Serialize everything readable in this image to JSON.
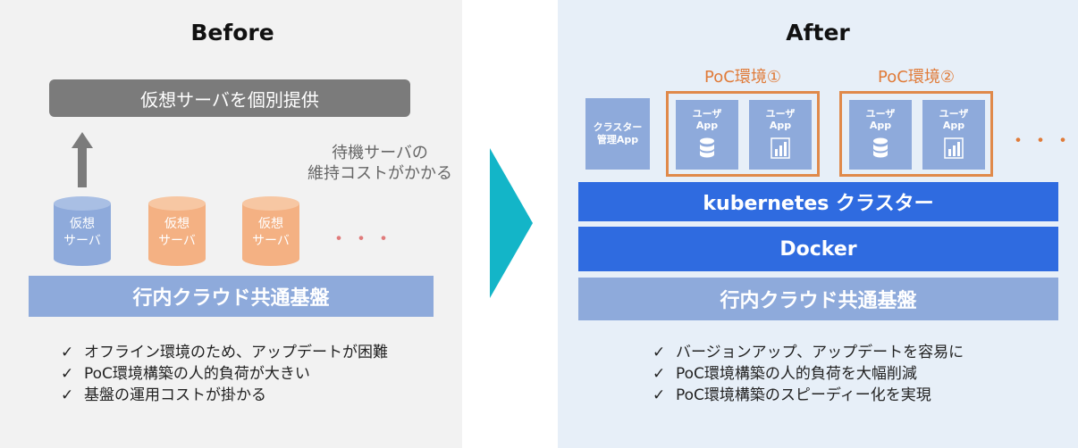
{
  "before": {
    "title": "Before",
    "top_bar": "仮想サーバを個別提供",
    "servers": [
      {
        "line1": "仮想",
        "line2": "サーバ",
        "color": "#8eaadb"
      },
      {
        "line1": "仮想",
        "line2": "サーバ",
        "color": "#f4b183"
      },
      {
        "line1": "仮想",
        "line2": "サーバ",
        "color": "#f4b183"
      }
    ],
    "ellipsis": "・・・",
    "note_line1": "待機サーバの",
    "note_line2": "維持コストがかかる",
    "base": "行内クラウド共通基盤",
    "bullets": [
      "オフライン環境のため、アップデートが困難",
      "PoC環境構築の人的負荷が大きい",
      "基盤の運用コストが掛かる"
    ]
  },
  "after": {
    "title": "After",
    "poc1": "PoC環境①",
    "poc2": "PoC環境②",
    "manager_line1": "クラスター",
    "manager_line2": "管理App",
    "app_line1": "ユーザ",
    "app_line2": "App",
    "ellipsis": "・・・",
    "layer_k8s": "kubernetes クラスター",
    "layer_docker": "Docker",
    "layer_base": "行内クラウド共通基盤",
    "bullets": [
      "バージョンアップ、アップデートを容易に",
      "PoC環境構築の人的負荷を大幅削減",
      "PoC環境構築のスピーディー化を実現"
    ]
  },
  "check_mark": "✓",
  "colors": {
    "accent_teal": "#13b5c8",
    "orange": "#e0894a",
    "blue_light": "#8eaadb",
    "blue_strong": "#2f6be0"
  }
}
